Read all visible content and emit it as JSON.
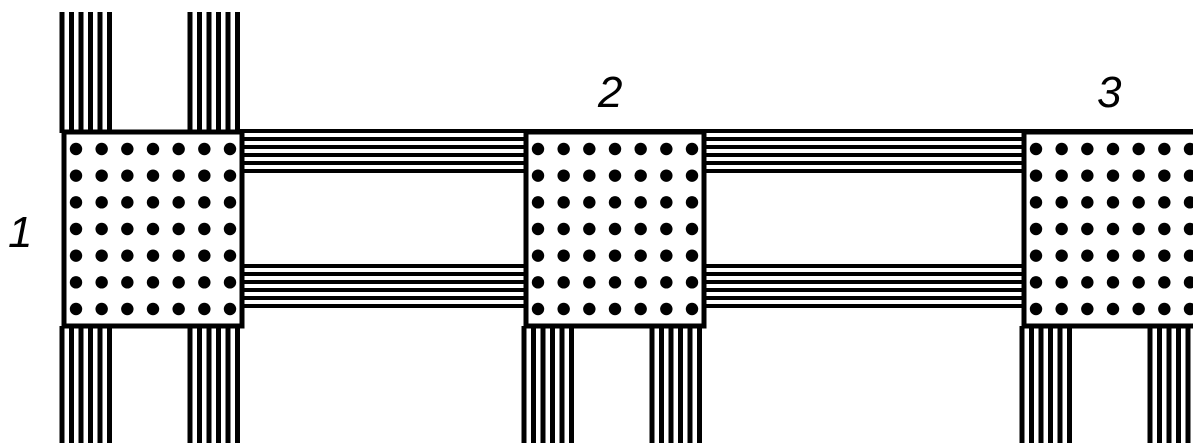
{
  "labels": {
    "one": "1",
    "two": "2",
    "three": "3"
  },
  "colors": {
    "ink": "#000000",
    "paper": "#ffffff"
  },
  "pattern": {
    "dots_per_row": 7,
    "dot_rows": 7,
    "stripes_per_band": 4
  }
}
